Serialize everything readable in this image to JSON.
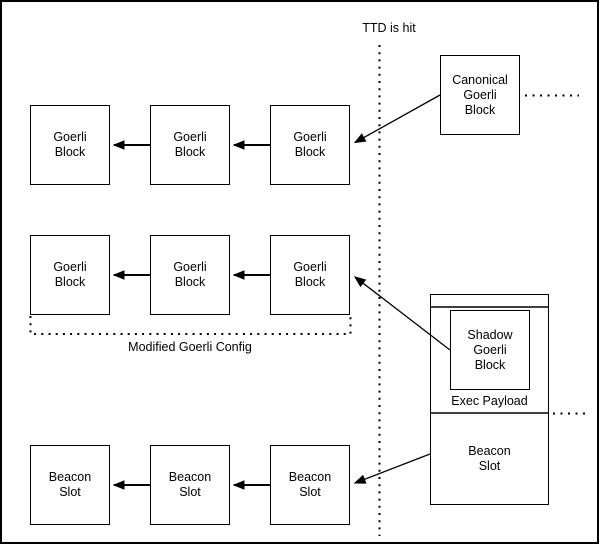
{
  "labels": {
    "ttd": "TTD is hit",
    "modified_config": "Modified Goerli Config",
    "exec_payload": "Exec Payload"
  },
  "boxes": {
    "canonical": "Canonical\nGoerli\nBlock",
    "shadow": "Shadow\nGoerli\nBlock",
    "container_beacon_slot": "Beacon\nSlot"
  },
  "chains": {
    "goerli_row1": [
      "Goerli\nBlock",
      "Goerli\nBlock",
      "Goerli\nBlock"
    ],
    "goerli_row2": [
      "Goerli\nBlock",
      "Goerli\nBlock",
      "Goerli\nBlock"
    ],
    "beacon_row": [
      "Beacon\nSlot",
      "Beacon\nSlot",
      "Beacon\nSlot"
    ]
  },
  "colors": {
    "stroke": "#000000",
    "background": "#ffffff"
  }
}
